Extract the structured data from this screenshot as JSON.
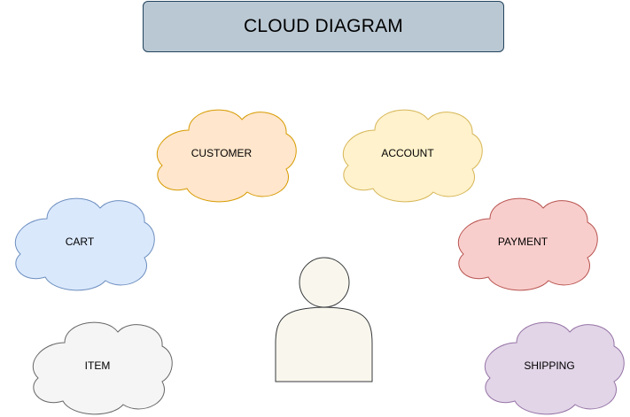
{
  "diagram": {
    "title": "CLOUD DIAGRAM",
    "clouds": [
      {
        "id": "customer",
        "label": "CUSTOMER",
        "fill": "#ffe6cc",
        "stroke": "#d79b00"
      },
      {
        "id": "account",
        "label": "ACCOUNT",
        "fill": "#fff2cc",
        "stroke": "#d6b656"
      },
      {
        "id": "cart",
        "label": "CART",
        "fill": "#dae8fc",
        "stroke": "#6c8ebf"
      },
      {
        "id": "payment",
        "label": "PAYMENT",
        "fill": "#f8cecc",
        "stroke": "#b85450"
      },
      {
        "id": "item",
        "label": "ITEM",
        "fill": "#f5f5f5",
        "stroke": "#666666"
      },
      {
        "id": "shipping",
        "label": "SHIPPING",
        "fill": "#e1d5e7",
        "stroke": "#9673a6"
      }
    ],
    "actor": {
      "icon": "user-icon",
      "fill": "#f9f7ed",
      "stroke": "#36393d"
    },
    "colors": {
      "title_fill": "#bac8d3",
      "title_stroke": "#23445d"
    }
  }
}
